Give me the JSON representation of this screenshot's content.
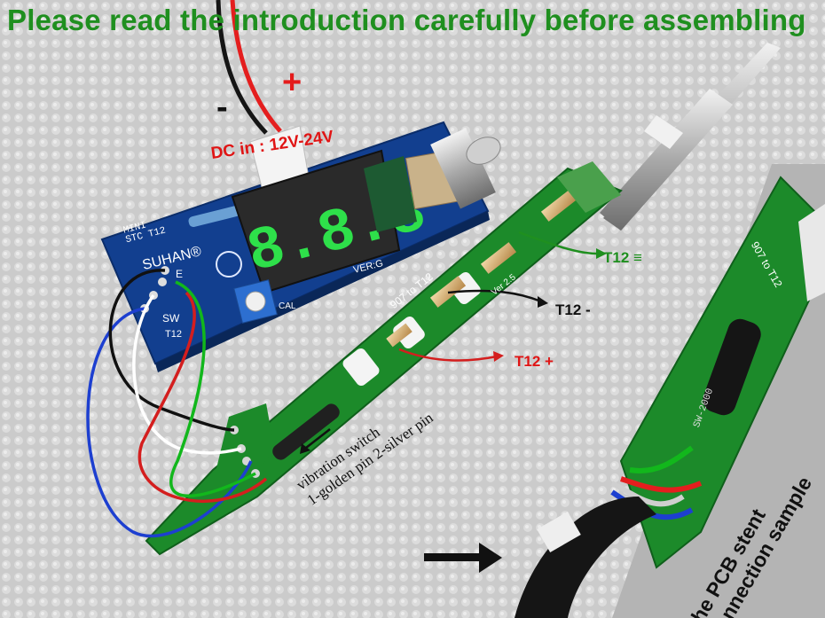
{
  "headline": "Please read the introduction carefully before assembling",
  "polarity": {
    "plus": "+",
    "minus": "-"
  },
  "dc_input": "DC in : 12V-24V",
  "terminals": {
    "t12_ground": "T12 ≡",
    "t12_minus": "T12 -",
    "t12_plus": "T12 +"
  },
  "vibration_note": {
    "line1": "vibration switch",
    "line2": "1-golden pin  2-silver pin"
  },
  "sample_note": {
    "line1": "the PCB stent",
    "line2": "connection sample"
  },
  "board_silkscreen": {
    "mini": "MINI",
    "stc": "STC T12",
    "brand": "SUHAN®",
    "version": "VER:G",
    "cal": "CAL",
    "sw": "SW",
    "t12": "T12",
    "e": "E",
    "stent": "907 to T12",
    "stent_ver": "Ver 2.5",
    "stent_detail": "907 to T12",
    "switch_part": "SW-2000"
  },
  "colors": {
    "headline": "#1f8f1f",
    "dc_label": "#e01414",
    "board": "#123f8f",
    "stent": "#1c8a2a",
    "display": "#2ee04a"
  }
}
